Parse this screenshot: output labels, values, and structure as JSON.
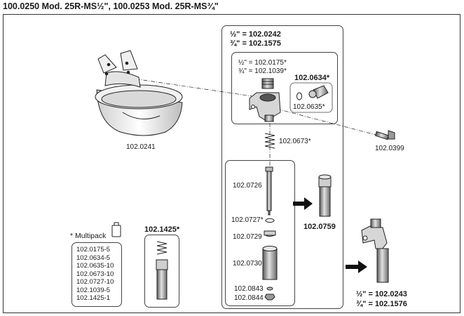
{
  "title": "100.0250 Mod. 25R-MS½\", 100.0253 Mod. 25R-MS¾\"",
  "bowl": {
    "part": "102.0241"
  },
  "screw": {
    "part": "102.0399"
  },
  "valve_assembly": {
    "line1": "½\" = 102.0242",
    "line2": "¾\" = 102.1575"
  },
  "valve_body": {
    "line1": "½\" = 102.0175*",
    "line2": "¾\" = 102.1039*"
  },
  "seal_kit": {
    "part": "102.0634*",
    "sub_part": "102.0635*"
  },
  "spring": {
    "part": "102.0673*"
  },
  "column_parts": [
    {
      "part": "102.0726"
    },
    {
      "part": "102.0727*"
    },
    {
      "part": "102.0729"
    },
    {
      "part": "102.0730"
    },
    {
      "part": "102.0843"
    },
    {
      "part": "102.0844"
    }
  ],
  "assembled_insert": {
    "part": "102.0759"
  },
  "complete_valve": {
    "line1": "½\" = 102.0243",
    "line2": "¾\" = 102.1576"
  },
  "kit_1425": {
    "part": "102.1425*"
  },
  "multipack": {
    "heading": "* Multipack",
    "items": [
      "102.0175-5",
      "102.0634-5",
      "102.0635-10",
      "102.0673-10",
      "102.0727-10",
      "102.1039-5",
      "102.1425-1"
    ]
  },
  "colors": {
    "line": "#222222",
    "fill_light": "#e6e6e6",
    "fill_mid": "#bdbdbd",
    "fill_dark": "#6f6f6f"
  }
}
